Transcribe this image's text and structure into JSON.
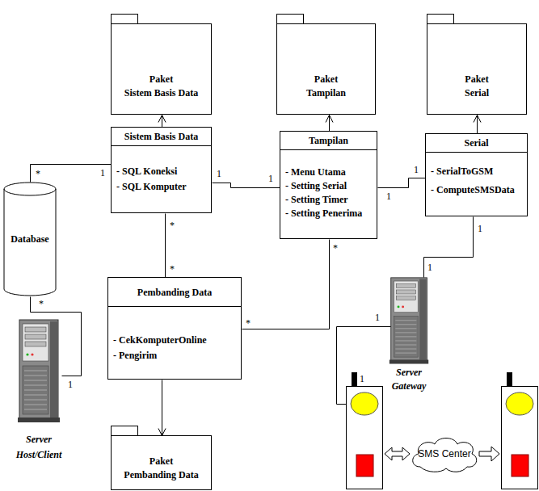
{
  "diagram": {
    "nodes": [
      {
        "text": [
          "Paket Sistem Basis Data"
        ]
      },
      {
        "text": [
          "Paket Tampilan"
        ]
      },
      {
        "text": [
          "Paket Serial"
        ]
      },
      {
        "text": [
          "Sistem Basis Data",
          "- SQL Koneksi",
          "- SQL Komputer"
        ]
      },
      {
        "text": [
          "Tampilan",
          "- Menu Utama",
          "- Setting Serial",
          "- Setting Timer",
          "- Setting Penerima"
        ]
      },
      {
        "text": [
          "Serial",
          "- SerialToGSM",
          "- ComputeSMSData"
        ]
      },
      {
        "text": [
          "Database"
        ]
      },
      {
        "text": [
          "Pembanding Data",
          "- CekKomputerOnline",
          "- Pengirim"
        ]
      },
      {
        "text": [
          "Server Host/Client"
        ]
      },
      {
        "text": [
          "Server Gateway"
        ]
      },
      {
        "text": [
          "Paket Pembanding Data"
        ]
      },
      {
        "text": [
          "SMS Center"
        ]
      }
    ],
    "edges": [
      {
        "from": 3,
        "to": 0,
        "arrow": "to"
      },
      {
        "from": 4,
        "to": 1,
        "arrow": "to"
      },
      {
        "from": 5,
        "to": 2,
        "arrow": "to"
      },
      {
        "from": 6,
        "to": 3,
        "arrow": "none"
      },
      {
        "from": 3,
        "to": 4,
        "arrow": "none"
      },
      {
        "from": 4,
        "to": 5,
        "arrow": "none"
      },
      {
        "from": 3,
        "to": 7,
        "arrow": "none"
      },
      {
        "from": 4,
        "to": 7,
        "arrow": "none"
      },
      {
        "from": 7,
        "to": 10,
        "arrow": "to"
      },
      {
        "from": 6,
        "to": 8,
        "arrow": "none"
      },
      {
        "from": 5,
        "to": 9,
        "arrow": "none"
      }
    ],
    "labels": [
      "*",
      "1",
      "1",
      "1",
      "1",
      "1",
      "*",
      "*",
      "*",
      "*",
      "*",
      "1",
      "1",
      "1",
      "1",
      "1"
    ]
  }
}
